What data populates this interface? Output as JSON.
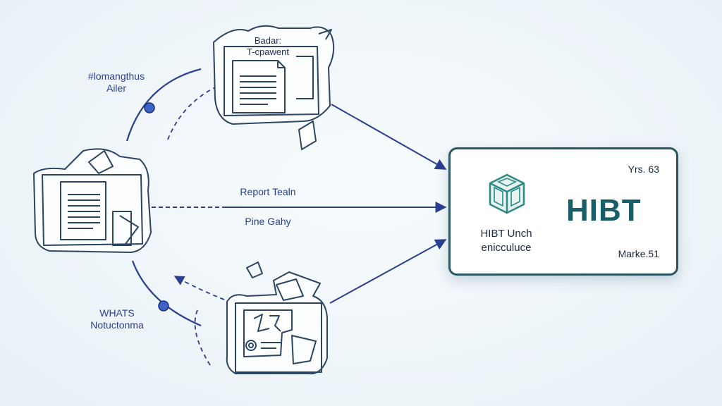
{
  "left_labels": {
    "top": [
      "#lomangthus",
      "Ailer"
    ],
    "bottom": [
      "WHATS",
      "Notuctonma"
    ]
  },
  "top_document": {
    "lines": [
      "Badar:",
      "T-cpawent"
    ]
  },
  "center_labels": {
    "above": "Report Tealn",
    "below": "Pine Gahy"
  },
  "result_card": {
    "corner_top": "Yrs. 63",
    "brand": "HIBT",
    "caption": [
      "HIBT Unch",
      "enicculuce"
    ],
    "corner_bottom": "Marke.51"
  },
  "colors": {
    "line": "#2a3f8f",
    "sketch": "#2b4563",
    "card_border": "#2a5763",
    "brand": "#175e66",
    "cube": "#2c8a86"
  }
}
